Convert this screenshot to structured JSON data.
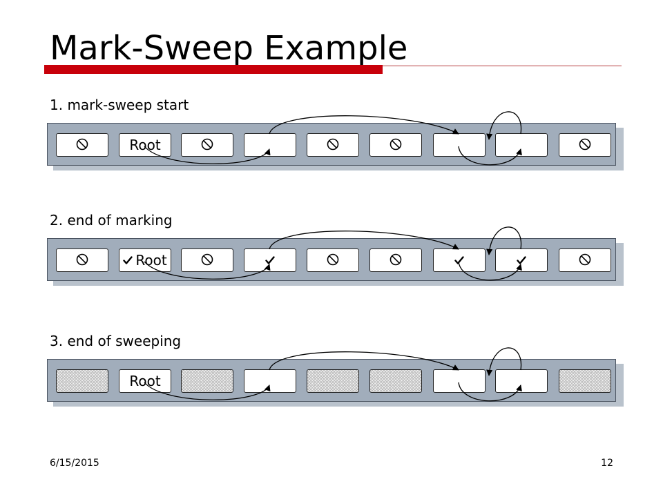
{
  "title": "Mark-Sweep Example",
  "icons": {
    "unmarked": "prohibited-icon",
    "marked": "checkmark-icon",
    "freed": "hatched-free-block"
  },
  "colors": {
    "accent": "#c8000a",
    "heap": "#a1adbb"
  },
  "stages": [
    {
      "label": "1. mark-sweep start",
      "cells": [
        {
          "state": "unmarked",
          "text": ""
        },
        {
          "state": "plain",
          "text": "Root"
        },
        {
          "state": "unmarked",
          "text": ""
        },
        {
          "state": "plain",
          "text": ""
        },
        {
          "state": "unmarked",
          "text": ""
        },
        {
          "state": "unmarked",
          "text": ""
        },
        {
          "state": "plain",
          "text": ""
        },
        {
          "state": "plain",
          "text": ""
        },
        {
          "state": "unmarked",
          "text": ""
        }
      ]
    },
    {
      "label": "2. end of marking",
      "cells": [
        {
          "state": "unmarked",
          "text": ""
        },
        {
          "state": "marked",
          "text": "Root"
        },
        {
          "state": "unmarked",
          "text": ""
        },
        {
          "state": "marked",
          "text": ""
        },
        {
          "state": "unmarked",
          "text": ""
        },
        {
          "state": "unmarked",
          "text": ""
        },
        {
          "state": "marked",
          "text": ""
        },
        {
          "state": "marked",
          "text": ""
        },
        {
          "state": "unmarked",
          "text": ""
        }
      ]
    },
    {
      "label": "3. end of sweeping",
      "cells": [
        {
          "state": "freed",
          "text": ""
        },
        {
          "state": "plain",
          "text": "Root"
        },
        {
          "state": "freed",
          "text": ""
        },
        {
          "state": "plain",
          "text": ""
        },
        {
          "state": "freed",
          "text": ""
        },
        {
          "state": "freed",
          "text": ""
        },
        {
          "state": "plain",
          "text": ""
        },
        {
          "state": "plain",
          "text": ""
        },
        {
          "state": "freed",
          "text": ""
        }
      ]
    }
  ],
  "references": [
    {
      "from": 1,
      "to": 3,
      "side": "below"
    },
    {
      "from": 3,
      "to": 6,
      "side": "above"
    },
    {
      "from": 6,
      "to": 7,
      "side": "below"
    },
    {
      "from": 7,
      "to": 7,
      "side": "loop"
    }
  ],
  "footer": {
    "date": "6/15/2015",
    "page": "12"
  }
}
